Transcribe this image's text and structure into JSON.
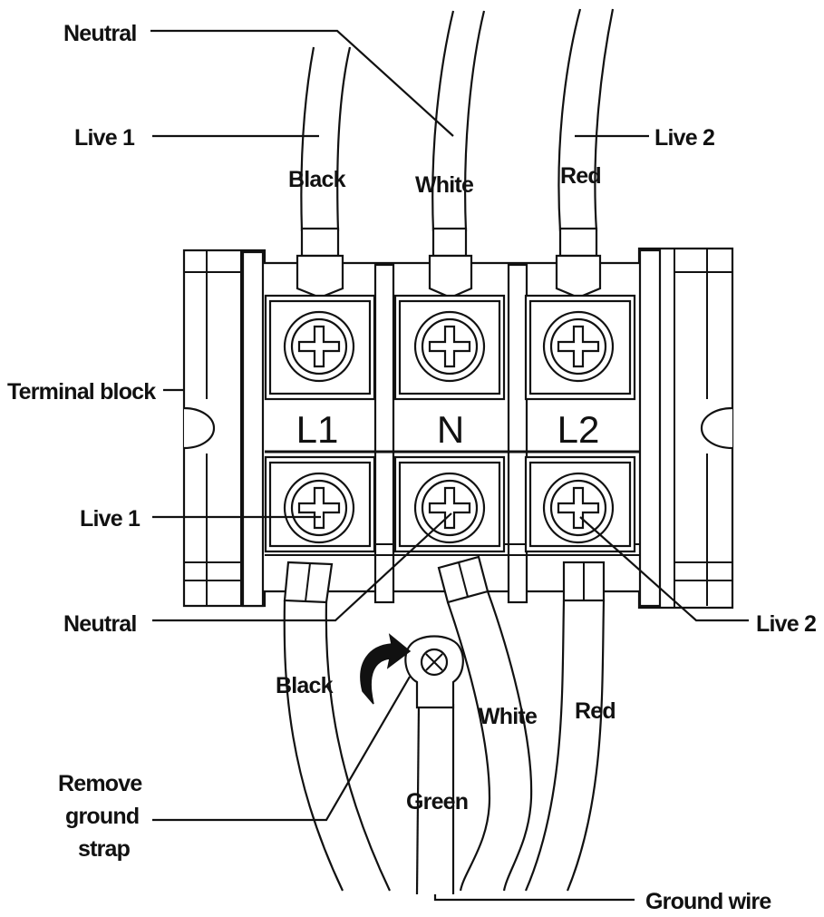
{
  "callouts": {
    "top_neutral": "Neutral",
    "top_live1": "Live 1",
    "top_live2": "Live 2",
    "terminal_block": "Terminal block",
    "bottom_live1": "Live 1",
    "bottom_neutral": "Neutral",
    "bottom_live2": "Live 2",
    "remove_ground_strap": [
      "Remove",
      "ground",
      "strap"
    ],
    "ground_wire": "Ground wire"
  },
  "wire_labels": {
    "top_black": "Black",
    "top_white": "White",
    "top_red": "Red",
    "bottom_black": "Black",
    "bottom_white": "White",
    "bottom_red": "Red",
    "green": "Green"
  },
  "terminals": [
    "L1",
    "N",
    "L2"
  ]
}
